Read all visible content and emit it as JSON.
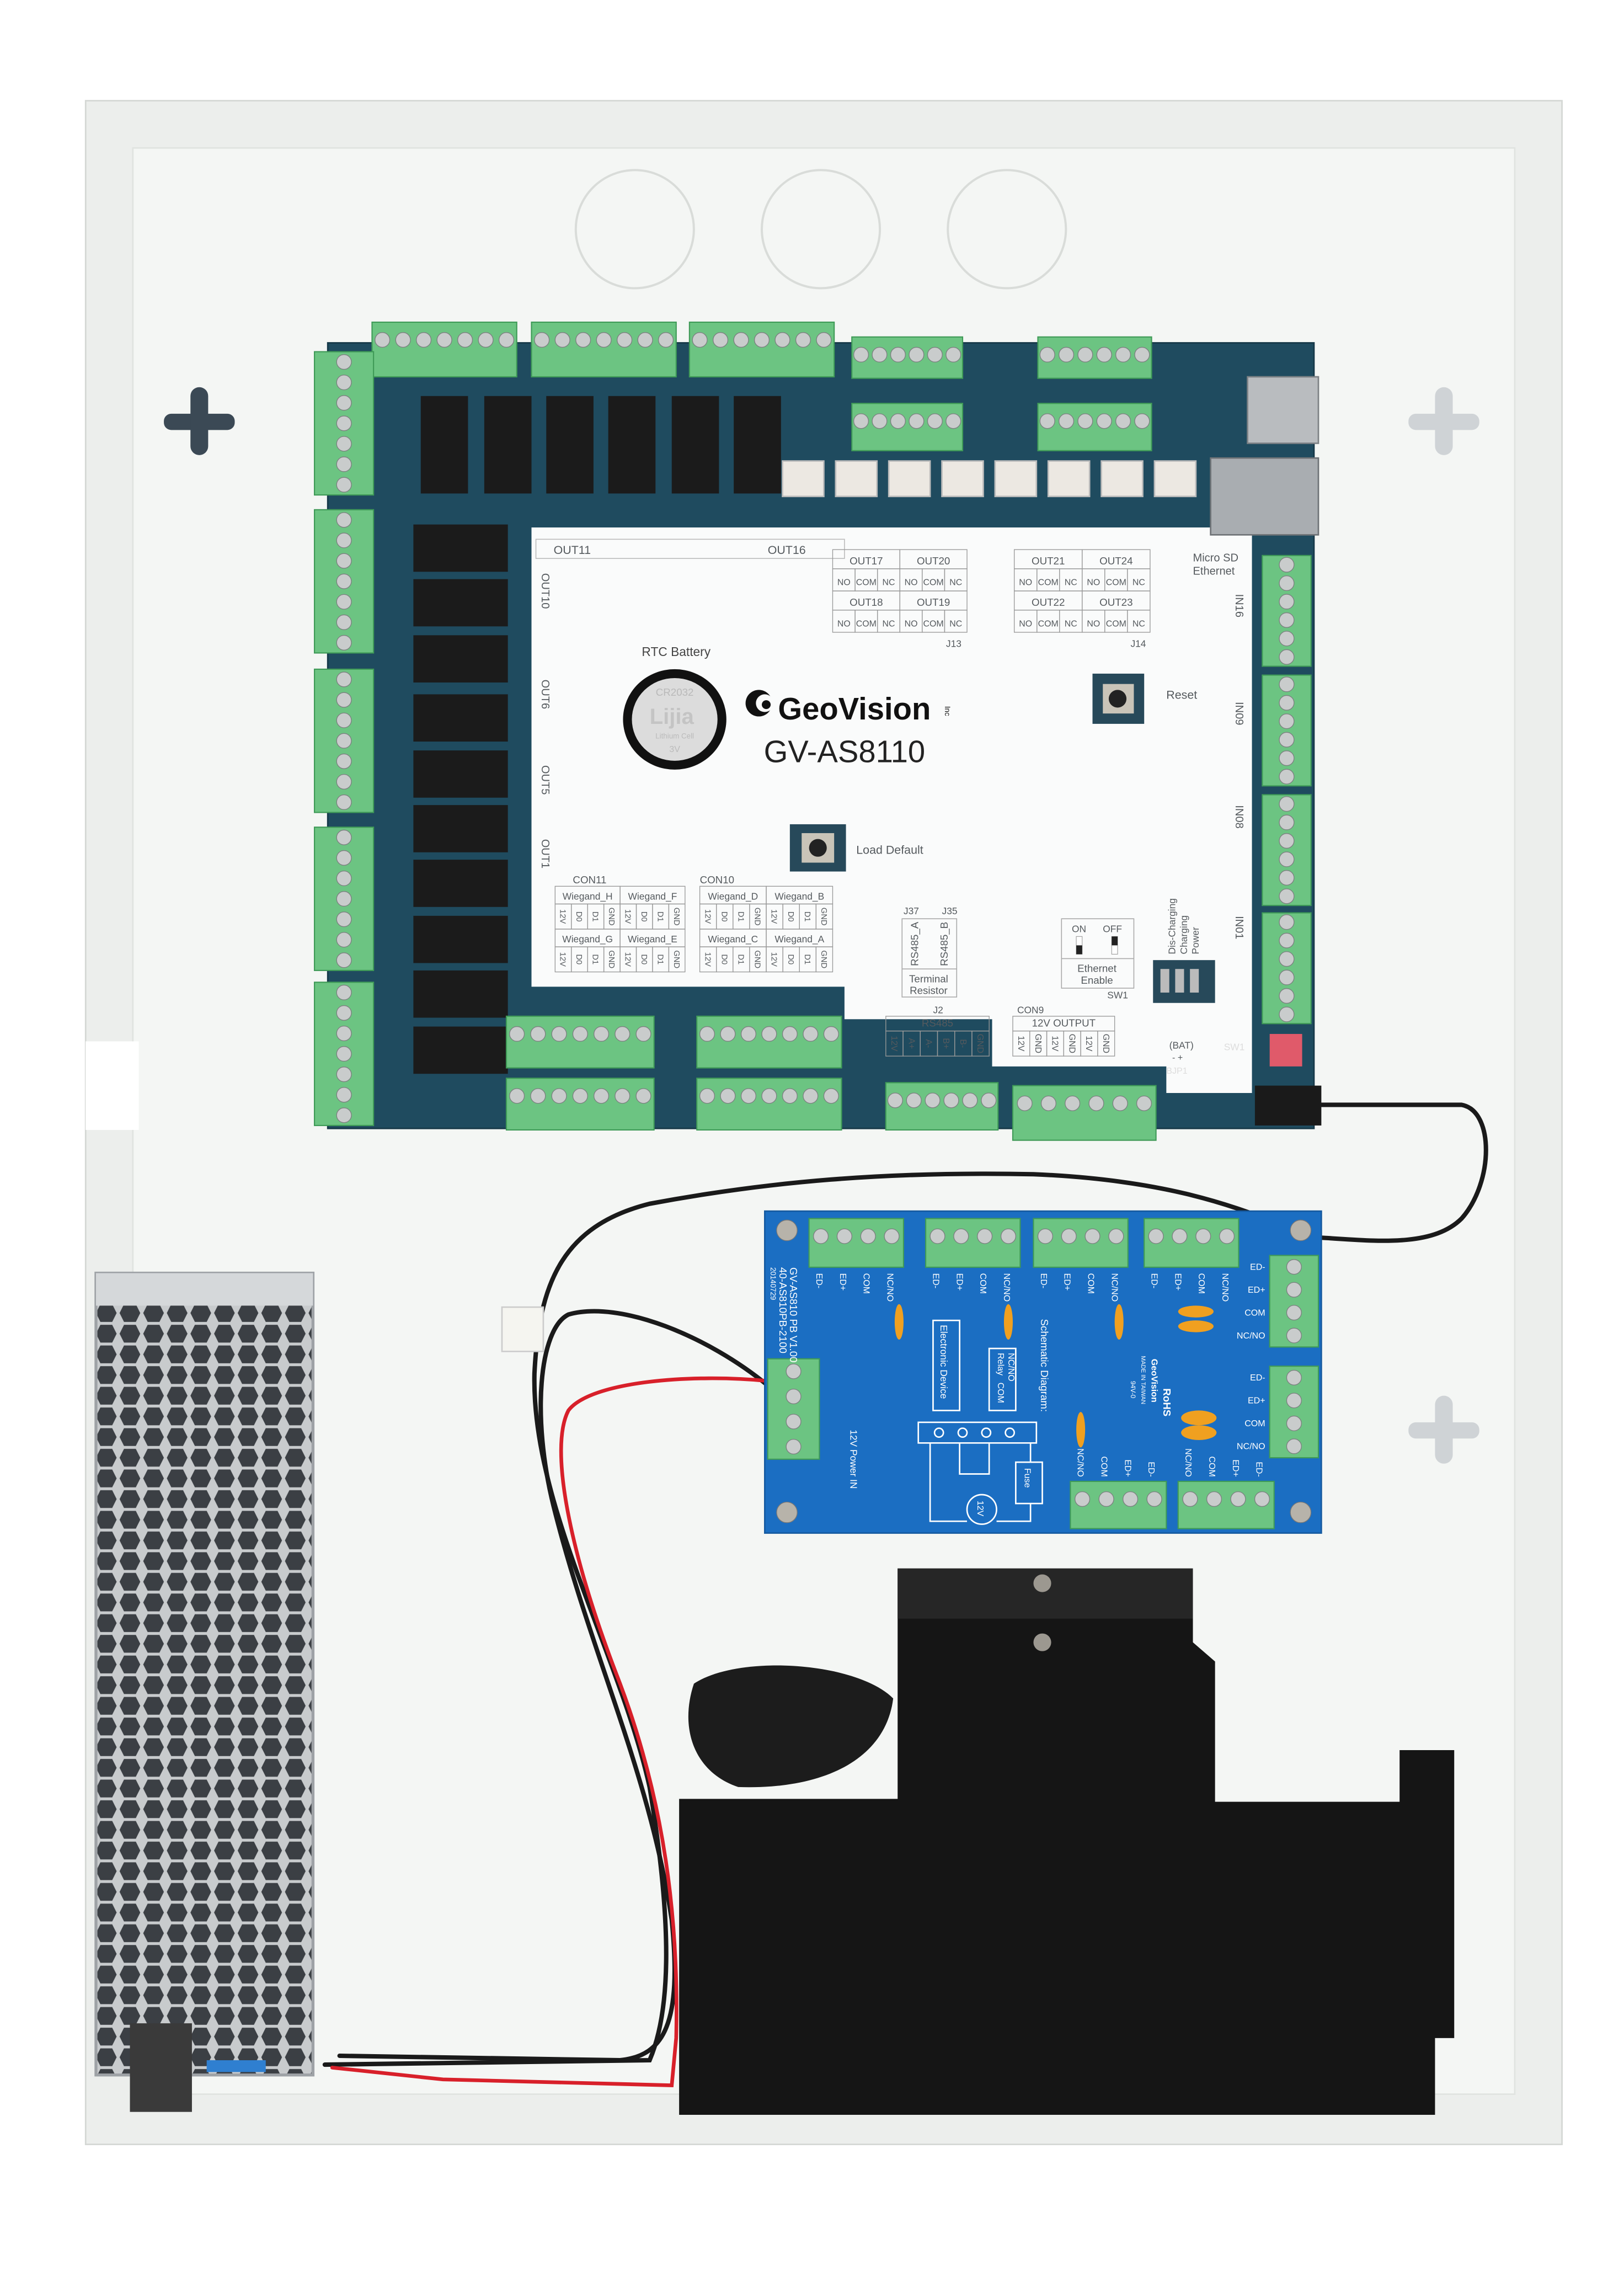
{
  "product": {
    "brand": "GeoVision",
    "brand_suffix": "Inc",
    "model": "GV-AS8110"
  },
  "main_board": {
    "rtc_label": "RTC Battery",
    "battery": {
      "model": "CR2032",
      "brand": "Lijia",
      "type": "Lithium Cell",
      "voltage": "3V"
    },
    "out_group": {
      "left": "OUT11",
      "right": "OUT16"
    },
    "side_out_labels": [
      "OUT10",
      "OUT6",
      "OUT5",
      "OUT1"
    ],
    "in_labels": [
      "IN16",
      "IN09",
      "IN08",
      "IN01"
    ],
    "micro_sd": "Micro SD",
    "ethernet": "Ethernet",
    "relay_tables": [
      {
        "id": "J13",
        "headers": [
          [
            "OUT17",
            "OUT20"
          ],
          [
            "OUT18",
            "OUT19"
          ]
        ]
      },
      {
        "id": "J14",
        "headers": [
          [
            "OUT21",
            "OUT24"
          ],
          [
            "OUT22",
            "OUT23"
          ]
        ]
      }
    ],
    "contacts": [
      "NO",
      "COM",
      "NC"
    ],
    "reset": "Reset",
    "load_default": "Load Default",
    "wiegand": [
      {
        "id": "CON11",
        "headers": [
          [
            "Wiegand_H",
            "Wiegand_F"
          ],
          [
            "Wiegand_G",
            "Wiegand_E"
          ]
        ]
      },
      {
        "id": "CON10",
        "headers": [
          [
            "Wiegand_D",
            "Wiegand_B"
          ],
          [
            "Wiegand_C",
            "Wiegand_A"
          ]
        ]
      }
    ],
    "wiegand_pins": [
      "12V",
      "D0",
      "D1",
      "GND"
    ],
    "terminal_resistor": {
      "jumpers": [
        "J37",
        "J35"
      ],
      "labels": [
        "RS485_A",
        "RS485_B"
      ],
      "caption": [
        "Terminal",
        "Resistor"
      ]
    },
    "ethernet_switch": {
      "on": "ON",
      "off": "OFF",
      "caption": [
        "Ethernet",
        "Enable"
      ],
      "id": "SW1"
    },
    "led_labels": [
      "Dis-Charging",
      "Charging",
      "Power"
    ],
    "rs485": {
      "id": "J2",
      "title": "RS485",
      "pins": [
        "12V",
        "A+",
        "A-",
        "B+",
        "B-",
        "GND"
      ]
    },
    "output_12v": {
      "id": "CON9",
      "title": "12V OUTPUT",
      "pins": [
        "12V",
        "GND",
        "12V",
        "GND",
        "12V",
        "GND"
      ]
    },
    "bat": "(BAT)",
    "bat_polarity": "-  +",
    "sw1": "SW1",
    "bjp1": "BJP1",
    "connector_labels": {
      "con11": "CON11",
      "con10": "CON10",
      "con9": "CON9"
    }
  },
  "io_board": {
    "model": "GV-AS810 PB V1.00",
    "part_no": "40-AS810PB-2100",
    "date": "20140729",
    "terminal_pins": [
      "ED-",
      "ED+",
      "COM",
      "NC/NO"
    ],
    "schematic_title": "Schematic Diagram:",
    "electronic_device": "Electronic Device",
    "relay": "Relay",
    "nc_no": "NC/NO",
    "com": "COM",
    "fuse": "Fuse",
    "source": "12V",
    "power_in": "12V Power IN",
    "rohs": "RoHS",
    "brand": "GeoVision",
    "made_in": "MADE IN TAIWAN",
    "rating": "94V-0"
  },
  "colors": {
    "enclosure": "#f1f3f1",
    "pcb_main": "#1f4b5f",
    "pcb_io": "#1b6ec2",
    "terminal_green": "#6cc482",
    "bracket_black": "#151515"
  }
}
